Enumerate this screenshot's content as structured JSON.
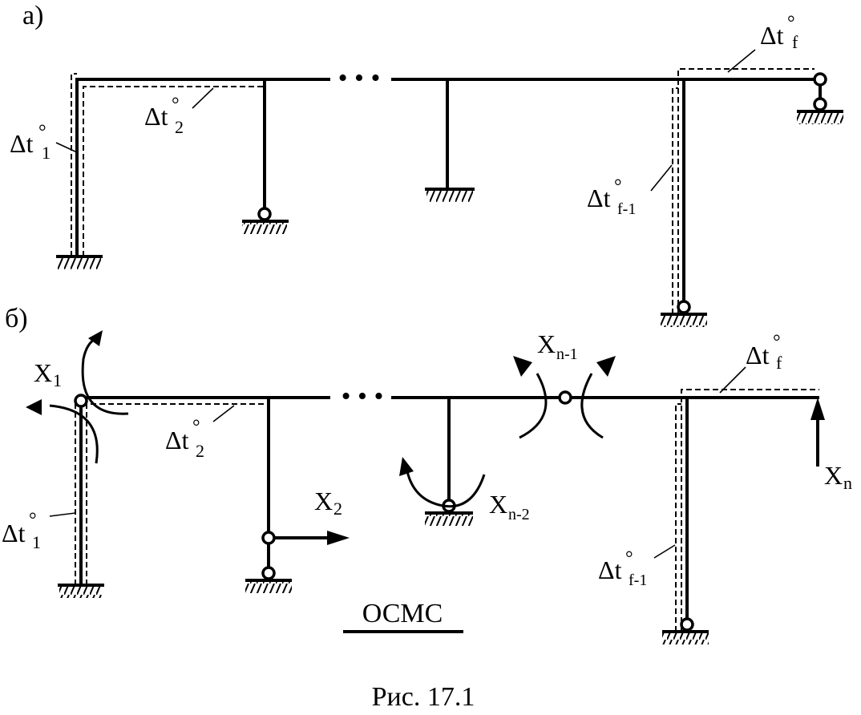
{
  "panel_a": {
    "label": "а)"
  },
  "panel_b": {
    "label": "б)"
  },
  "labels": {
    "delta": "Δt",
    "degree": "°",
    "sub_1": "1",
    "sub_2": "2",
    "sub_f": "f",
    "sub_f1": "f-1"
  },
  "unknowns": {
    "x": "X",
    "x1_sub": "1",
    "x2_sub": "2",
    "xn1_sub": "n-1",
    "xn2_sub": "n-2",
    "xn_sub": "n"
  },
  "ellipsis": "• • •",
  "system_label": "ОСМС",
  "caption": "Рис. 17.1"
}
